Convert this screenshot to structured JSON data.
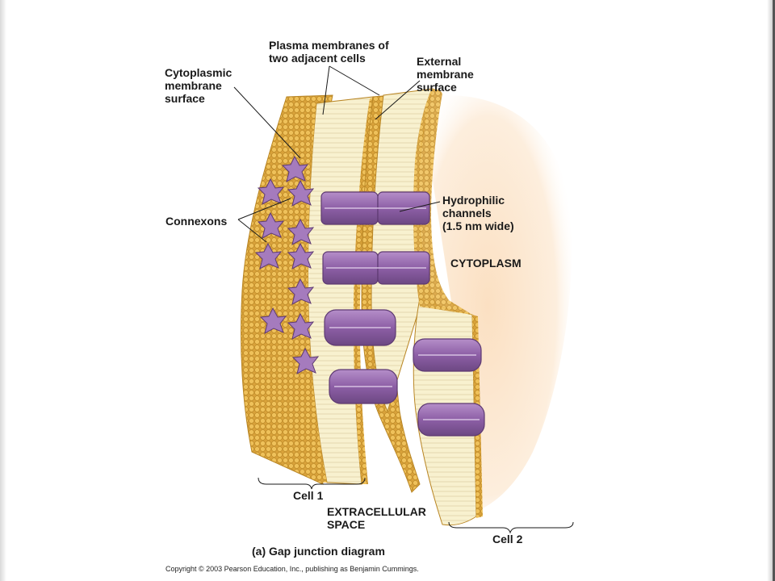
{
  "labels": {
    "plasma_membranes": "Plasma membranes of\ntwo adjacent cells",
    "cytoplasmic_surface": "Cytoplasmic\nmembrane\nsurface",
    "external_surface": "External\nmembrane\nsurface",
    "hydrophilic_channels": "Hydrophilic\nchannels\n(1.5 nm wide)",
    "connexons": "Connexons",
    "cytoplasm": "CYTOPLASM",
    "cell1": "Cell 1",
    "cell2": "Cell 2",
    "extracellular_space": "EXTRACELLULAR\nSPACE"
  },
  "caption": "(a) Gap junction diagram",
  "copyright": "Copyright © 2003 Pearson Education, Inc., publishing as Benjamin Cummings.",
  "colors": {
    "membrane_head": "#e6b44a",
    "membrane_head_dark": "#b98625",
    "membrane_tail": "#f7f0c8",
    "connexon": "#9a6eb0",
    "connexon_dark": "#6d4883",
    "cytoplasm_tint": "#fbe1c6",
    "label_text": "#1a1a1a"
  }
}
